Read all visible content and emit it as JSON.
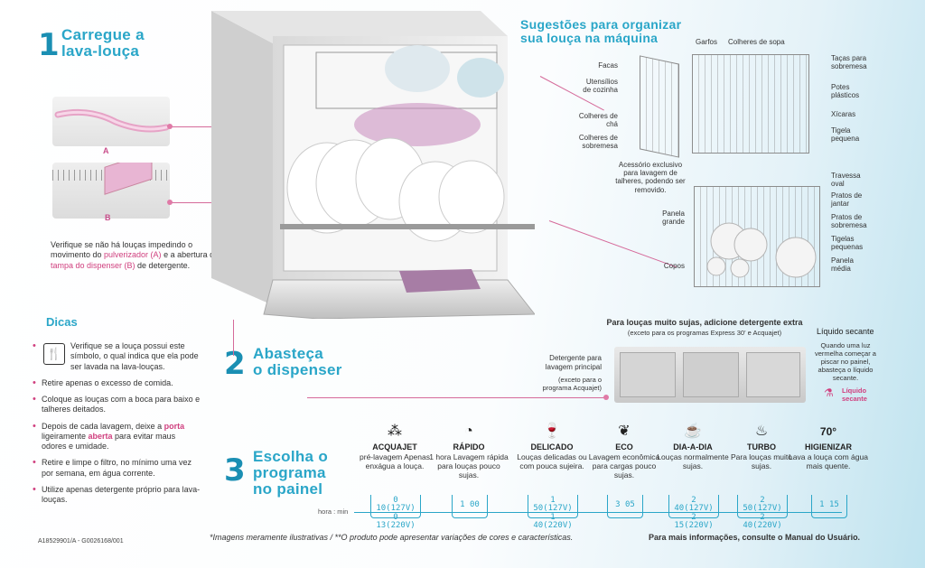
{
  "step1": {
    "number": "1",
    "title_line1": "Carregue a",
    "title_line2": "lava-louça"
  },
  "step1_labels": {
    "a": "A",
    "b": "B"
  },
  "step1_text": {
    "part1": "Verifique se não há louças impedindo o movimento do ",
    "pulverizador": "pulverizador (A)",
    "part2": " e a abertura da ",
    "tampa": "tampa do dispenser (B)",
    "part3": " de detergente."
  },
  "dicas": {
    "title": "Dicas",
    "item1": "Verifique se a louça possui este símbolo, o qual indica que ela pode ser lavada na lava-louças.",
    "item2": "Retire apenas o excesso de comida.",
    "item3": "Coloque as louças com a boca para baixo e talheres deitados.",
    "item4_part1": "Depois de cada lavagem, deixe a ",
    "item4_porta": "porta",
    "item4_part2": " ligeiramente ",
    "item4_aberta": "aberta",
    "item4_part3": " para evitar maus odores e umidade.",
    "item5": "Retire e limpe o filtro, no mínimo uma vez por semana, em água corrente.",
    "item6": "Utilize apenas detergente próprio para lava-louças."
  },
  "code": "A18529901/A - G0026168/001",
  "sugestoes": {
    "title_line1": "Sugestões para organizar",
    "title_line2": "sua louça na máquina"
  },
  "top_labels": {
    "garfos": "Garfos",
    "colheres_sopa": "Colheres de sopa",
    "facas": "Facas",
    "utensilios": "Utensílios de cozinha",
    "colheres_cha": "Colheres de chá",
    "colheres_sobremesa": "Colheres de sobremesa",
    "acessorio": "Acessório exclusivo para lavagem de talheres, podendo ser removido.",
    "tacas": "Taças para sobremesa",
    "potes": "Potes plásticos",
    "xicaras": "Xícaras",
    "tigela_pequena": "Tigela pequena"
  },
  "bottom_labels": {
    "travessa": "Travessa oval",
    "pratos_jantar": "Pratos de jantar",
    "pratos_sobremesa": "Pratos de sobremesa",
    "tigelas_pequenas": "Tigelas pequenas",
    "panela_media": "Panela média",
    "panela_grande": "Panela grande",
    "copos": "Copos"
  },
  "step2": {
    "number": "2",
    "title_line1": "Abasteça",
    "title_line2": "o dispenser"
  },
  "dispenser": {
    "extra_title": "Para louças muito sujas, adicione detergente extra",
    "extra_sub": "(exceto para os programas Express 30' e Acquajet)",
    "principal": "Detergente para lavagem principal",
    "principal_sub": "(exceto para o programa Acquajet)",
    "secante_title": "Líquido secante",
    "secante_text": "Quando uma luz vermelha começar a piscar no painel, abasteça o líquido secante.",
    "secante_icon_label": "Líquido secante"
  },
  "step3": {
    "number": "3",
    "title_line1": "Escolha o",
    "title_line2": "programa",
    "title_line3": "no painel"
  },
  "programs": [
    {
      "icon": "spray-icon",
      "glyph": "⁂",
      "name": "ACQUAJET",
      "desc": "pré-lavagem Apenas enxágua a louça.",
      "lcd1": "0 10(127V)",
      "lcd2": "0 13(220V)"
    },
    {
      "icon": "clock-1h-icon",
      "glyph": "◔",
      "name": "RÁPIDO",
      "desc": "1 hora Lavagem rápida para louças pouco sujas.",
      "lcd1": "1 00",
      "lcd2": ""
    },
    {
      "icon": "wine-glass-icon",
      "glyph": "🍷",
      "name": "DELICADO",
      "desc": "Louças delicadas ou com pouca sujeira.",
      "lcd1": "1 50(127V)",
      "lcd2": "1 40(220V)"
    },
    {
      "icon": "leaf-icon",
      "glyph": "❦",
      "name": "ECO",
      "desc": "Lavagem econômica para cargas pouco sujas.",
      "lcd1": "3 05",
      "lcd2": ""
    },
    {
      "icon": "cup-icon",
      "glyph": "☕",
      "name": "DIA-A-DIA",
      "desc": "Louças normalmente sujas.",
      "lcd1": "2 40(127V)",
      "lcd2": "2 15(220V)"
    },
    {
      "icon": "pot-icon",
      "glyph": "♨",
      "name": "TURBO",
      "desc": "Para louças muito sujas.",
      "lcd1": "2 50(127V)",
      "lcd2": "2 40(220V)"
    },
    {
      "icon": "70-degree-icon",
      "glyph": "70°",
      "name": "HIGIENIZAR",
      "desc": "Lava a louça com água mais quente.",
      "lcd1": "1 15",
      "lcd2": ""
    }
  ],
  "lcd_label": "hora : min",
  "footer": {
    "disclaimer": "*Imagens meramente ilustrativas / **O produto pode apresentar variações de cores e características.",
    "manual": "Para mais informações, consulte o Manual do Usuário."
  },
  "colors": {
    "cyan": "#2aa6c8",
    "pink": "#d0407f",
    "dark_cyan": "#1a8fb3"
  }
}
